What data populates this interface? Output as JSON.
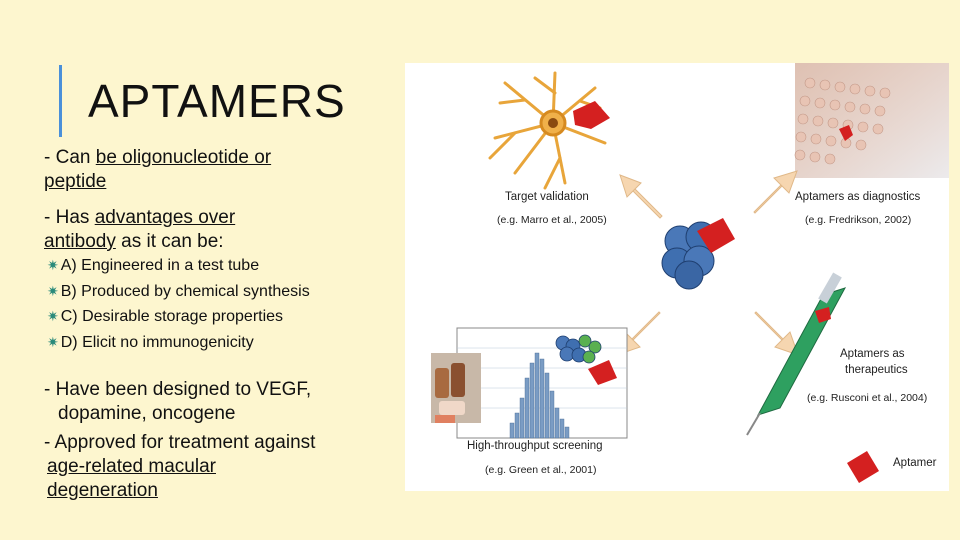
{
  "slide": {
    "title": "APTAMERS",
    "p1_prefix": "- Can ",
    "p1_link_a": "be oligonucleotide or",
    "p1_link_b": "peptide",
    "p2_prefix": "- Has ",
    "p2_link_a": "advantages over",
    "p2_link_b": "antibody",
    "p2_suffix": " as it can be:",
    "bullets": [
      "A) Engineered in a test tube",
      "B) Produced by chemical synthesis",
      "C) Desirable storage properties",
      "D) Elicit no immunogenicity"
    ],
    "bullet_glyph": "✷",
    "p3_line1": "- Have been designed to VEGF,",
    "p3_line2": "dopamine, oncogene",
    "p4_line1": "- Approved for treatment against",
    "p4_link_a": "age-related macular",
    "p4_link_b": "degeneration"
  },
  "figure": {
    "target_validation": "Target validation",
    "target_validation_ref": "(e.g. Marro et al., 2005)",
    "diagnostics": "Aptamers as diagnostics",
    "diagnostics_ref": "(e.g. Fredrikson, 2002)",
    "therapeutics_1": "Aptamers as",
    "therapeutics_2": "therapeutics",
    "therapeutics_ref": "(e.g. Rusconi et al., 2004)",
    "screening": "High-throughput screening",
    "screening_ref": "(e.g. Green et al., 2001)",
    "legend_aptamer": "Aptamer"
  },
  "colors": {
    "background": "#fdf6cf",
    "accent_bar": "#4a90d9",
    "aptamer_red": "#d42020",
    "arrow_fill": "#f6d6b0",
    "protein_blue": "#3f6fb0"
  }
}
